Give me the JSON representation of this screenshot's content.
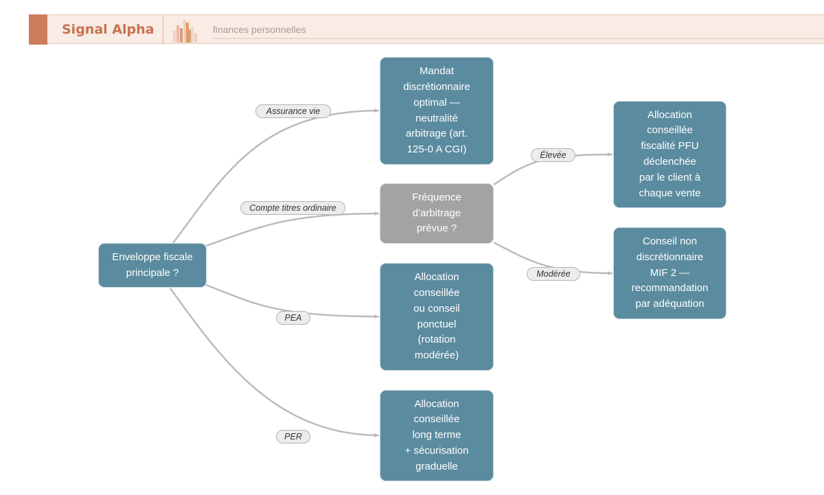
{
  "header": {
    "brand": "Signal Alpha",
    "subtitle": "finances personnelles",
    "logo_icon": "bar-chart-logo-icon",
    "accent_color": "#cd7c5e"
  },
  "diagram": {
    "nodes": {
      "root": "Enveloppe fiscale\nprincipale ?",
      "mandat": "Mandat\ndiscrétionnaire\noptimal —\nneutralité\narbitrage (art.\n125-0 A CGI)",
      "frequence": "Fréquence\nd'arbitrage\nprévue ?",
      "pea": "Allocation\nconseillée\nou conseil\nponctuel\n(rotation\nmodérée)",
      "per": "Allocation\nconseillée\nlong terme\n+ sécurisation\ngraduelle",
      "pfu": "Allocation\nconseillée\nfiscalité PFU\ndéclenchée\npar le client à\nchaque vente",
      "mif": "Conseil non\ndiscrétionnaire\nMIF 2 —\nrecommandation\npar adéquation"
    },
    "edge_labels": {
      "assurance_vie": "Assurance vie",
      "cto": "Compte titres ordinaire",
      "pea": "PEA",
      "per": "PER",
      "elevee": "Élevée",
      "moderee": "Modérée"
    },
    "colors": {
      "node": "#5b8b9f",
      "decision_pending": "#a3a3a3",
      "edge": "#b8bcc1",
      "label_bg": "#ececec"
    }
  }
}
